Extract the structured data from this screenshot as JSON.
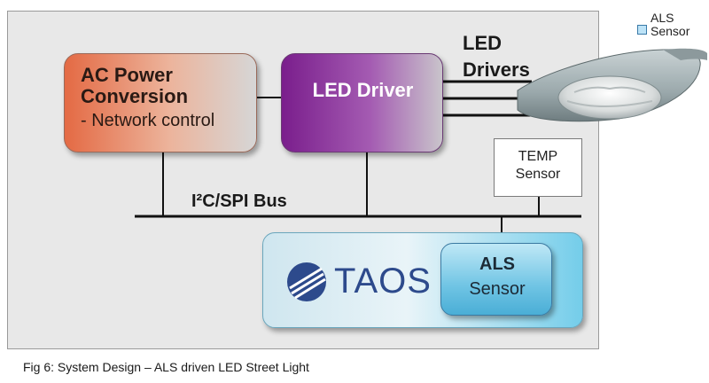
{
  "ac_box": {
    "title": "AC Power Conversion",
    "subtitle": "- Network control"
  },
  "led_box": {
    "title": "LED Driver"
  },
  "led_drivers_label": "LED Drivers",
  "temp_box": {
    "line1": "TEMP",
    "line2": "Sensor"
  },
  "bus_label": "I²C/SPI Bus",
  "taos_box": {
    "logo_text": "TAOS"
  },
  "als_box": {
    "title": "ALS",
    "subtitle": "Sensor"
  },
  "corner_als": "ALS",
  "corner_sensor": "Sensor",
  "caption": "Fig 6:  System Design – ALS driven LED Street Light"
}
